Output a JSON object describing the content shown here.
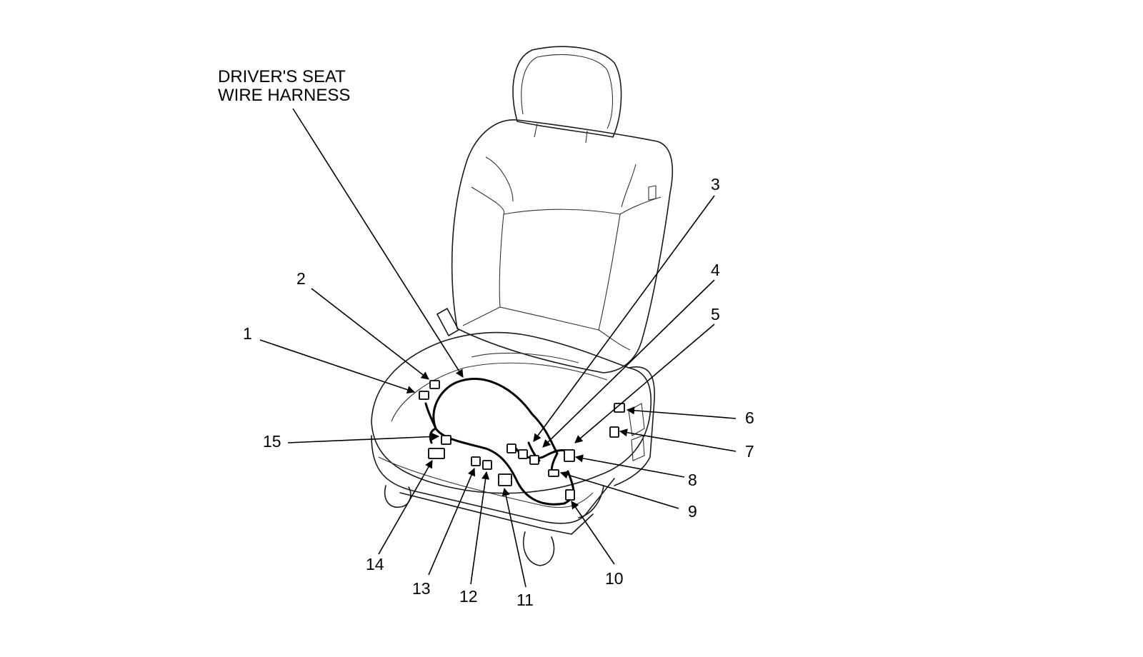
{
  "diagram": {
    "title_lines": [
      "DRIVER'S SEAT",
      "WIRE HARNESS"
    ],
    "callouts": [
      "1",
      "2",
      "3",
      "4",
      "5",
      "6",
      "7",
      "8",
      "9",
      "10",
      "11",
      "12",
      "13",
      "14",
      "15"
    ]
  }
}
